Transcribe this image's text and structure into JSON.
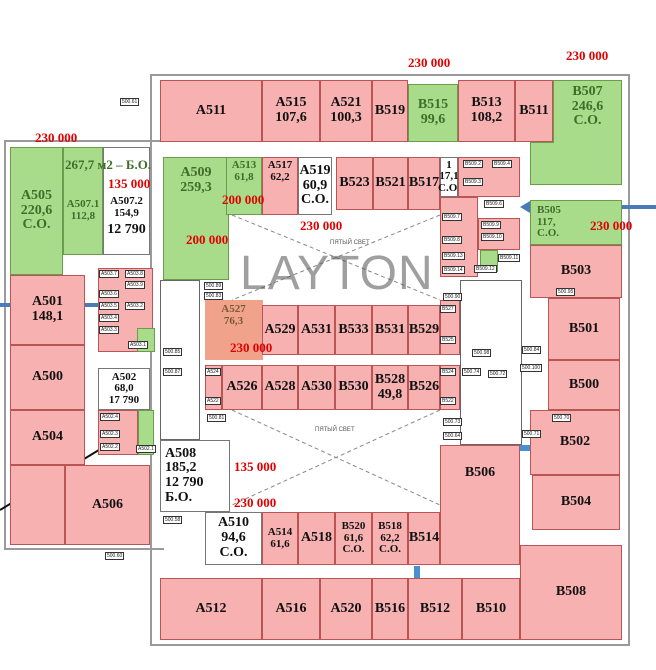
{
  "watermark": "LAYTON",
  "atrium_label": "ПЯТЫЙ СВЕТ",
  "prices": {
    "p230": "230 000",
    "p200": "200 000",
    "p135": "135 000"
  },
  "rooms": {
    "a511": {
      "code": "A511"
    },
    "a515": {
      "code": "A515",
      "area": "107,6"
    },
    "a521": {
      "code": "A521",
      "area": "100,3"
    },
    "b519": {
      "code": "B519"
    },
    "b515": {
      "code": "B515",
      "area": "99,6"
    },
    "b513": {
      "code": "B513",
      "area": "108,2"
    },
    "b511": {
      "code": "B511"
    },
    "b507": {
      "code": "B507",
      "area": "246,6",
      "note": "С.О."
    },
    "a505": {
      "code": "A505",
      "area": "220,6",
      "note": "С.О."
    },
    "a507_total": "267,7 м2 – Б.О.",
    "a507_1": {
      "code": "A507.1",
      "area": "112,8"
    },
    "a507_2": {
      "code": "A507.2",
      "area": "154,9",
      "rate": "12 790"
    },
    "a509": {
      "code": "A509",
      "area": "259,3"
    },
    "a513": {
      "code": "A513",
      "area": "61,8"
    },
    "a517": {
      "code": "A517",
      "area": "62,2"
    },
    "a519": {
      "code": "A519",
      "area": "60,9",
      "note": "С.О."
    },
    "b523": {
      "code": "B523"
    },
    "b521": {
      "code": "B521"
    },
    "b517": {
      "code": "B517"
    },
    "b509_1": {
      "code": "1",
      "area": "17,1",
      "note": "С.О."
    },
    "b505": {
      "code": "B505",
      "area": "117,",
      "note": "С.О."
    },
    "b503": {
      "code": "B503"
    },
    "b501": {
      "code": "B501"
    },
    "b500": {
      "code": "B500"
    },
    "b502": {
      "code": "B502"
    },
    "b504": {
      "code": "B504"
    },
    "a501": {
      "code": "A501",
      "area": "148,1"
    },
    "a500": {
      "code": "A500"
    },
    "a504": {
      "code": "A504"
    },
    "a506": {
      "code": "A506"
    },
    "a502": {
      "code": "A502",
      "area": "68,0",
      "rate": "17 790"
    },
    "a508": {
      "code": "A508",
      "area": "185,2",
      "rate": "12 790",
      "note": "Б.О."
    },
    "a527": {
      "code": "A527",
      "area": "76,3"
    },
    "a529": {
      "code": "A529"
    },
    "a531": {
      "code": "A531"
    },
    "b533": {
      "code": "B533"
    },
    "b531": {
      "code": "B531"
    },
    "b529": {
      "code": "B529"
    },
    "a526": {
      "code": "A526"
    },
    "a528": {
      "code": "A528"
    },
    "a530": {
      "code": "A530"
    },
    "b530": {
      "code": "B530"
    },
    "b528": {
      "code": "B528",
      "area": "49,8"
    },
    "b526": {
      "code": "B526"
    },
    "b506": {
      "code": "B506"
    },
    "a510": {
      "code": "A510",
      "area": "94,6",
      "note": "С.О."
    },
    "a514": {
      "code": "A514",
      "area": "61,6"
    },
    "a518": {
      "code": "A518"
    },
    "b520": {
      "code": "B520",
      "area": "61,6",
      "note": "С.О."
    },
    "b518": {
      "code": "B518",
      "area": "62,2",
      "note": "С.О."
    },
    "b514": {
      "code": "B514"
    },
    "a512": {
      "code": "A512"
    },
    "a516": {
      "code": "A516"
    },
    "a520": {
      "code": "A520"
    },
    "b516": {
      "code": "B516"
    },
    "b512": {
      "code": "B512"
    },
    "b510": {
      "code": "B510"
    },
    "b508": {
      "code": "B508"
    }
  },
  "small_rooms": [
    "A503.7",
    "A503.8",
    "A503.9",
    "A503.6",
    "A503.5",
    "A503.4",
    "A503.2",
    "A503.3",
    "A503.1",
    "A502.4",
    "A502.3",
    "A502.2",
    "A502.1",
    "A524",
    "A522",
    "B527",
    "B525",
    "B524",
    "B522",
    "B509.2",
    "B509.3",
    "B509.4",
    "B509.6",
    "B509.7",
    "B509.8",
    "B509.9",
    "B509.10",
    "B509.11",
    "B509.12",
    "B509.13",
    "B509.14"
  ],
  "core_tags": [
    "500.61",
    "500.89",
    "500.83",
    "500.85",
    "500.87",
    "500.81",
    "500.58",
    "500.60",
    "500.95",
    "500.84",
    "500.74",
    "500.72",
    "500.100",
    "500.73",
    "500.64",
    "500.70",
    "500.71",
    "500.90",
    "500.98"
  ]
}
